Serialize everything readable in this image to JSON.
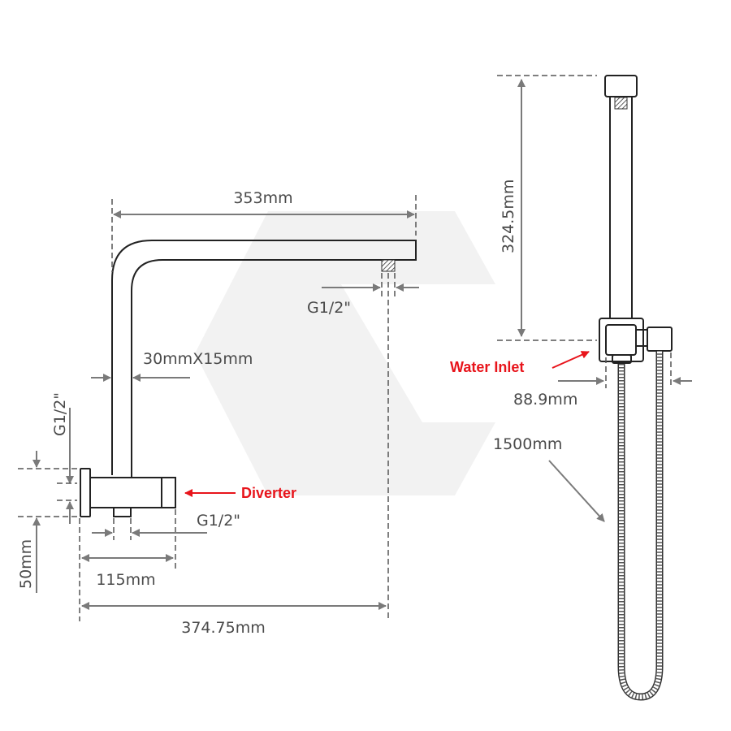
{
  "left_diagram": {
    "top_width": "353mm",
    "outlet_thread": "G1/2\"",
    "pipe_section": "30mmX15mm",
    "inlet_thread": "G1/2\"",
    "diverter_label": "Diverter",
    "bottom_thread": "G1/2\"",
    "flange_height": "50mm",
    "body_length": "115mm",
    "total_length": "374.75mm"
  },
  "right_diagram": {
    "rail_height": "324.5mm",
    "water_inlet_label": "Water Inlet",
    "holder_width": "88.9mm",
    "hose_length": "1500mm"
  },
  "colors": {
    "annotation": "#e8141b",
    "dimension": "#7a7a7a",
    "outline": "#222222"
  }
}
